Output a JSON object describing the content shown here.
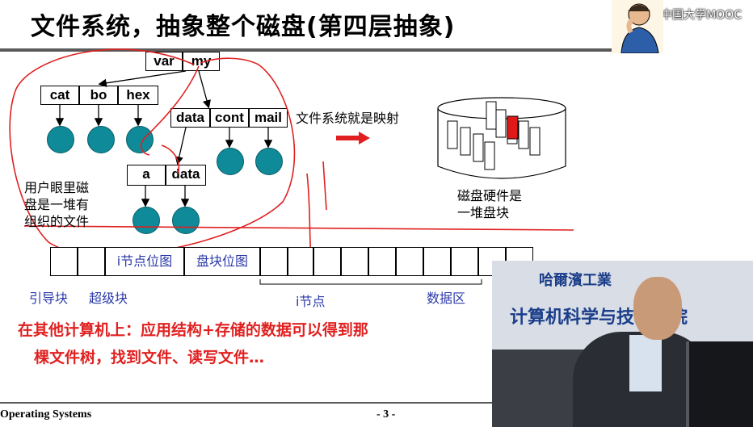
{
  "slide": {
    "title": "文件系统，抽象整个磁盘(第四层抽象)",
    "tree": {
      "root_cells": [
        "var",
        "my"
      ],
      "level1_cells": [
        "cat",
        "bo",
        "hex"
      ],
      "level1b_cells": [
        "data",
        "cont",
        "mail"
      ],
      "level2_cells": [
        "a",
        "data"
      ]
    },
    "user_view_label": [
      "用户眼里磁",
      "盘是一堆有",
      "组织的文件"
    ],
    "mapping_label": "文件系统就是映射",
    "hardware_label": [
      "磁盘硬件是",
      "一堆盘块"
    ],
    "disk_cells": {
      "inode_bitmap": "i节点位图",
      "block_bitmap": "盘块位图"
    },
    "disk_labels": {
      "boot_block": "引导块",
      "super_block": "超级块",
      "inode": "i节点",
      "data_area": "数据区"
    },
    "red_text_line1": "在其他计算机上：应用结构+存储的数据可以得到那",
    "red_text_line2": "棵文件树，找到文件、读写文件…",
    "footer_left": "Operating Systems",
    "footer_page": "- 3 -"
  },
  "overlay": {
    "mooc_logo": "中国大学MOOC"
  },
  "video": {
    "school_banner": "哈爾濱工業",
    "dept_banner": "计算机科学与技术学院"
  },
  "colors": {
    "node_ball": "#0f8a98",
    "label_blue": "#2b3aa8",
    "annotation_red": "#e02020",
    "red_block": "#e01818"
  }
}
